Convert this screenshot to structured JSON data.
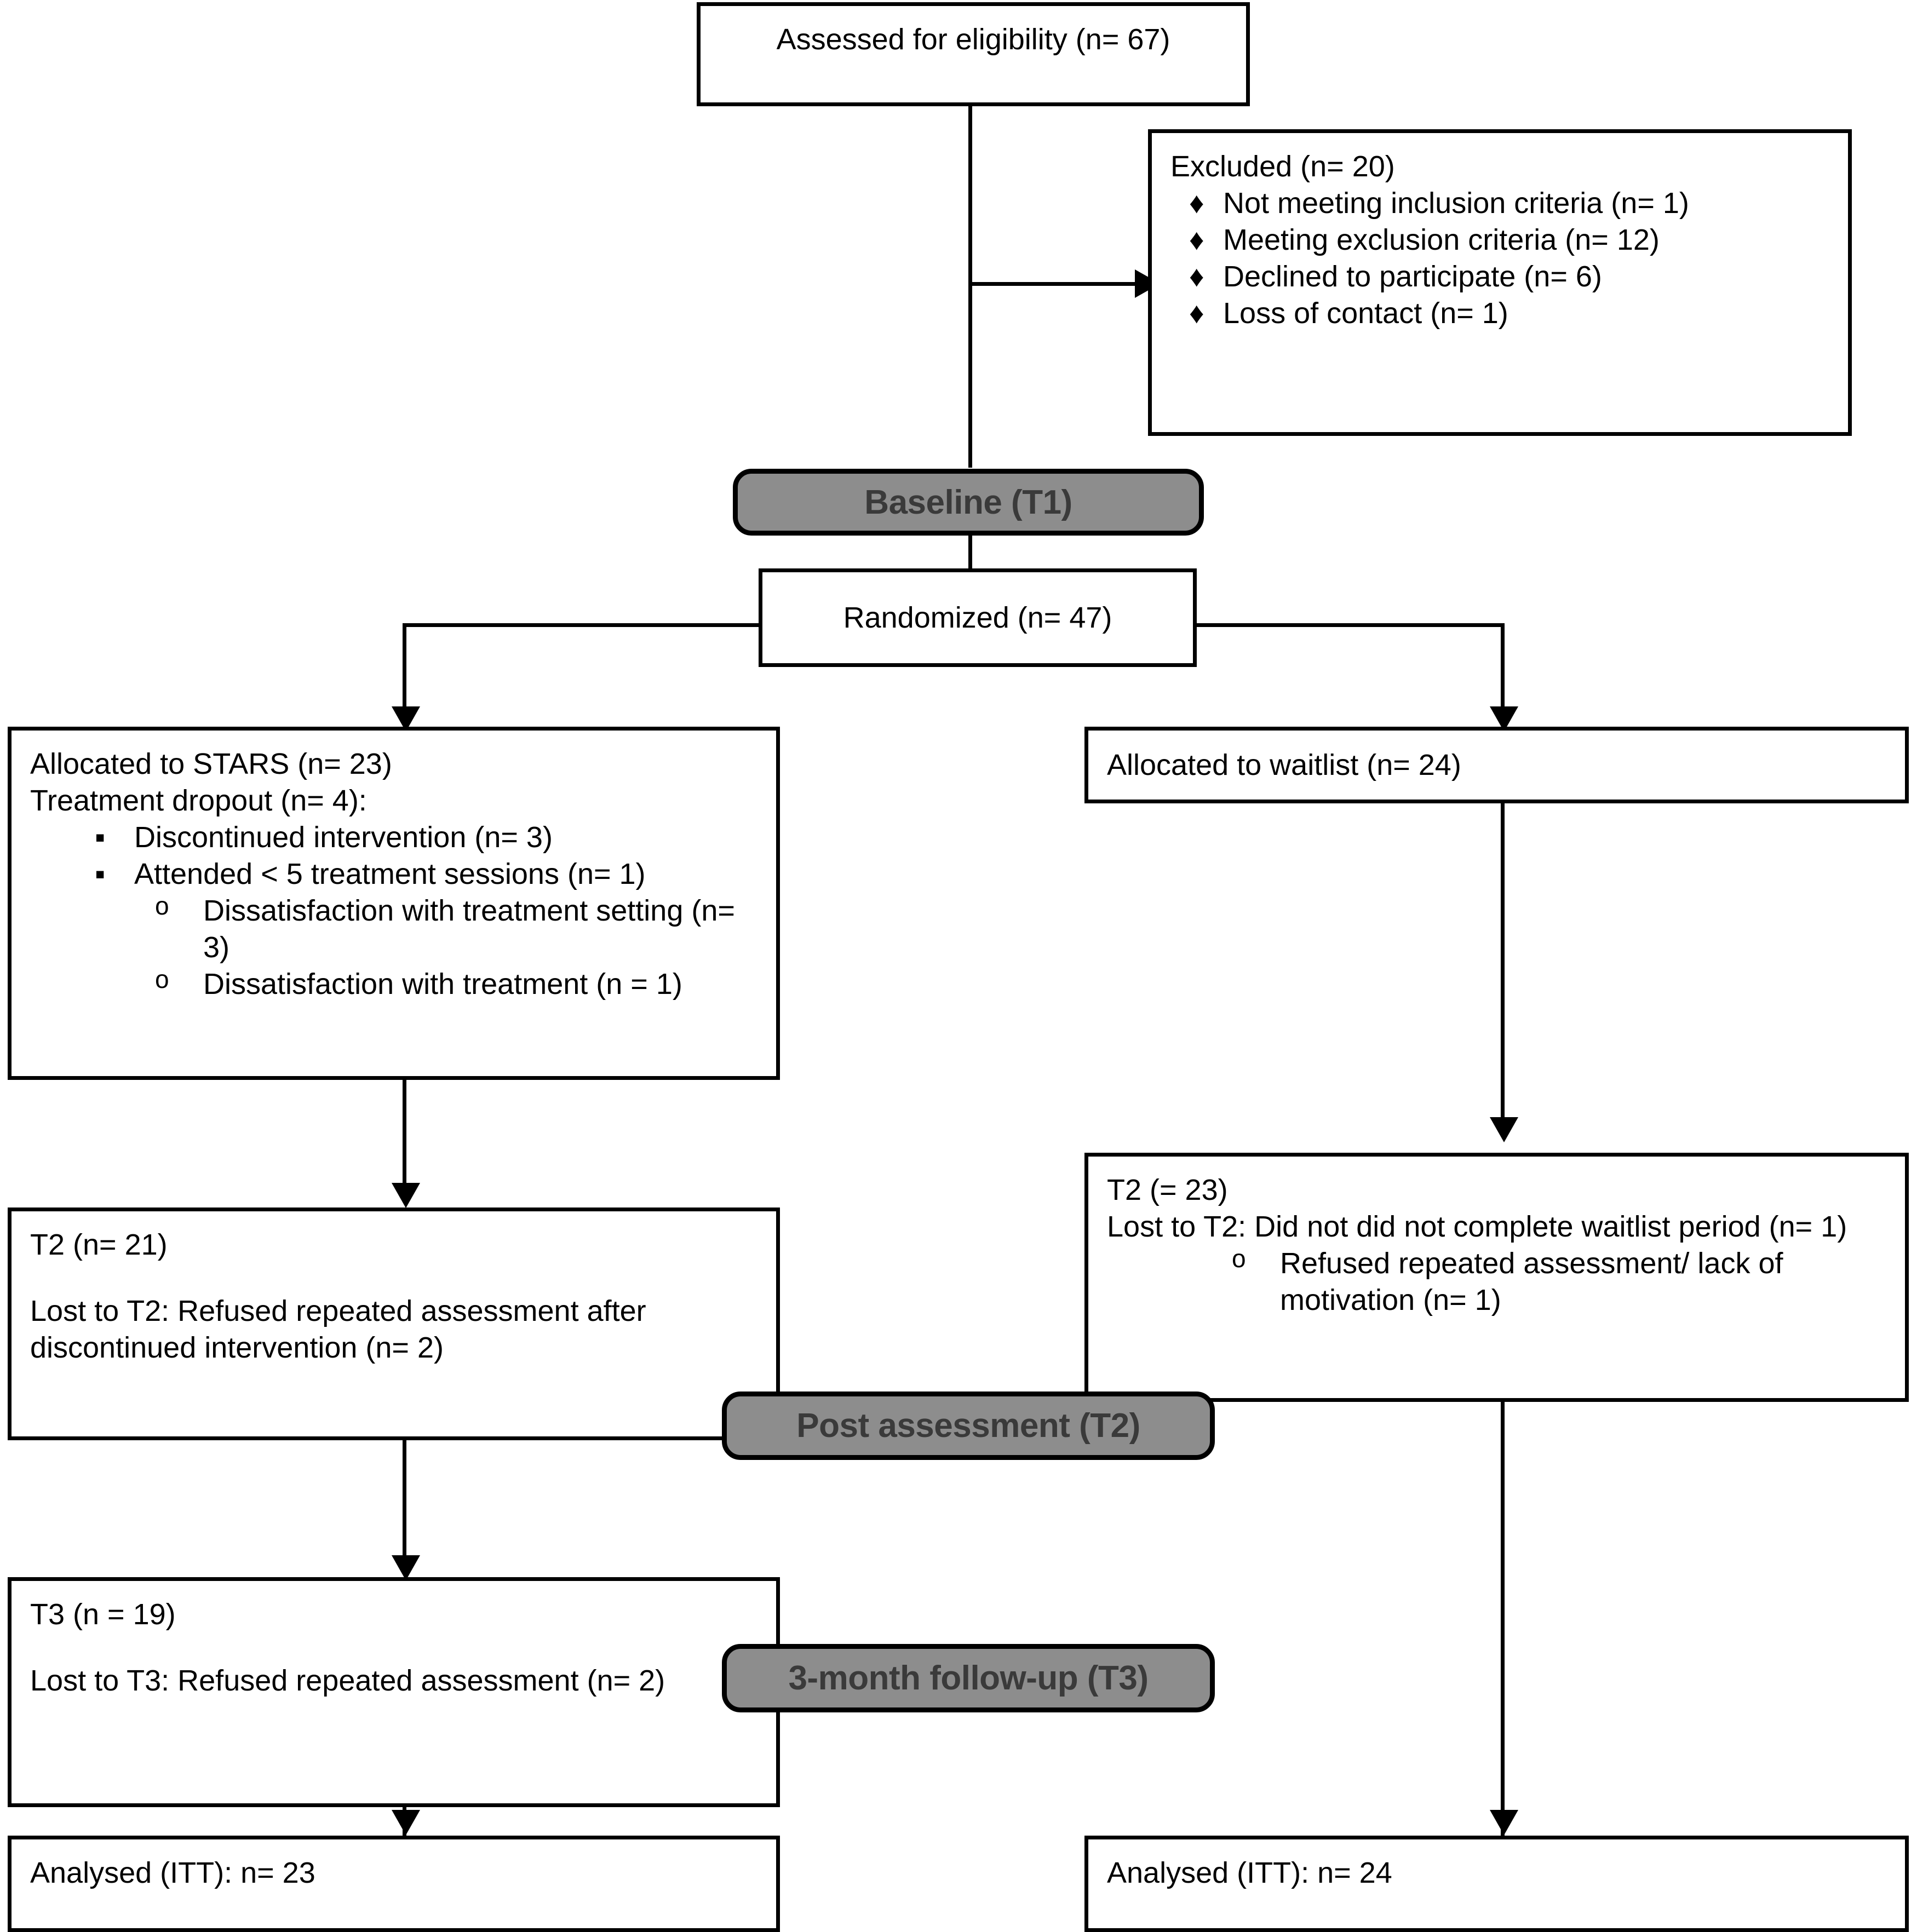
{
  "diagram": {
    "title": "CONSORT participant flow diagram",
    "accent_gray": "#8d8d8d",
    "line_color": "#000000"
  },
  "nodes": {
    "assessed": {
      "label": "Assessed for eligibility (n= 67)"
    },
    "excluded": {
      "heading": "Excluded (n= 20)",
      "bullet_marker": "♦",
      "items": [
        "Not meeting inclusion criteria (n= 1)",
        "Meeting exclusion criteria (n= 12)",
        "Declined to participate (n= 6)",
        "Loss of contact (n= 1)"
      ]
    },
    "baseline_pill": {
      "label": "Baseline (T1)"
    },
    "randomized": {
      "label": "Randomized (n= 47)"
    },
    "alloc_left": {
      "line1": "Allocated to STARS (n= 23)",
      "line2": "Treatment dropout (n= 4):",
      "square_marker": "▪",
      "circle_marker": "o",
      "items": [
        {
          "text": "Discontinued intervention (n= 3)",
          "subitems": []
        },
        {
          "text": "Attended < 5 treatment sessions (n= 1)",
          "subitems": [
            "Dissatisfaction with treatment setting (n= 3)",
            "Dissatisfaction with treatment (n = 1)"
          ]
        }
      ]
    },
    "alloc_right": {
      "label": "Allocated to waitlist (n= 24)"
    },
    "t2_left": {
      "line1": "T2 (n= 21)",
      "line2": "Lost to T2: Refused repeated assessment after discontinued intervention (n= 2)"
    },
    "t2_right": {
      "line1": "T2 (= 23)",
      "line2": "Lost to T2: Did not did not complete waitlist period (n= 1)",
      "circle_marker": "o",
      "subitems": [
        "Refused repeated assessment/ lack of motivation (n= 1)"
      ]
    },
    "post_pill": {
      "label": "Post assessment (T2)"
    },
    "t3_left": {
      "line1": "T3 (n = 19)",
      "line2": "Lost to T3: Refused repeated assessment (n= 2)"
    },
    "followup_pill": {
      "label": "3-month follow-up (T3)"
    },
    "analysed_left": {
      "label": "Analysed (ITT): n= 23"
    },
    "analysed_right": {
      "label": "Analysed (ITT): n= 24"
    }
  }
}
